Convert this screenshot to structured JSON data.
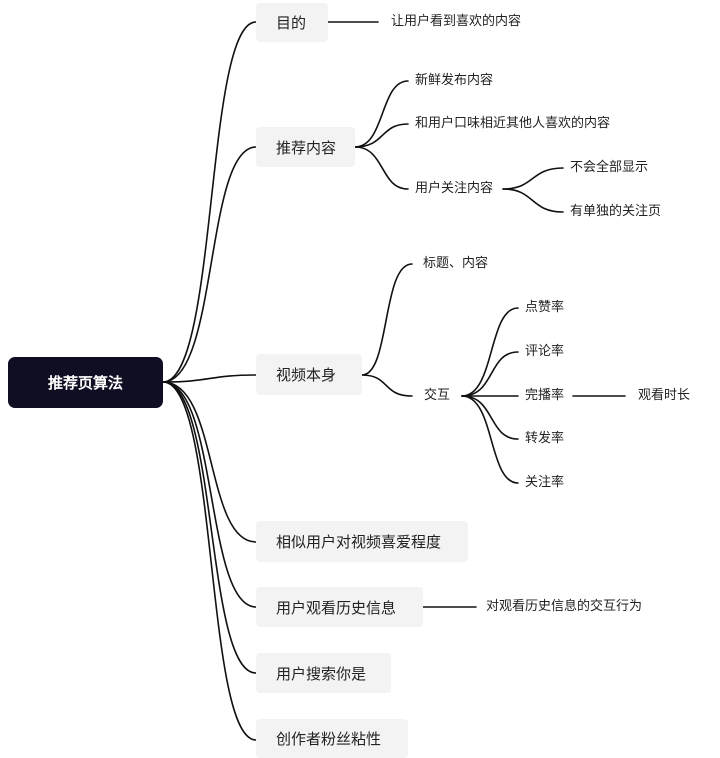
{
  "root": {
    "label": "推荐页算法"
  },
  "branches": {
    "goal": {
      "label": "目的",
      "child": "让用户看到喜欢的内容"
    },
    "recommend": {
      "label": "推荐内容",
      "children": {
        "fresh": "新鲜发布内容",
        "similar_taste": "和用户口味相近其他人喜欢的内容",
        "following": {
          "label": "用户关注内容",
          "children": {
            "not_all": "不会全部显示",
            "separate_page": "有单独的关注页"
          }
        }
      }
    },
    "video": {
      "label": "视频本身",
      "children": {
        "title_content": "标题、内容",
        "interaction": {
          "label": "交互",
          "children": {
            "likes": "点赞率",
            "comments": "评论率",
            "completion": {
              "label": "完播率",
              "child": "观看时长"
            },
            "shares": "转发率",
            "follows": "关注率"
          }
        }
      }
    },
    "similar_users": {
      "label": "相似用户对视频喜爱程度"
    },
    "history": {
      "label": "用户观看历史信息",
      "child": "对观看历史信息的交互行为"
    },
    "search": {
      "label": "用户搜索你是"
    },
    "creator": {
      "label": "创作者粉丝粘性"
    }
  },
  "colors": {
    "root_bg": "#0f0e22",
    "box_bg": "#f3f3f3",
    "line": "#111111"
  }
}
